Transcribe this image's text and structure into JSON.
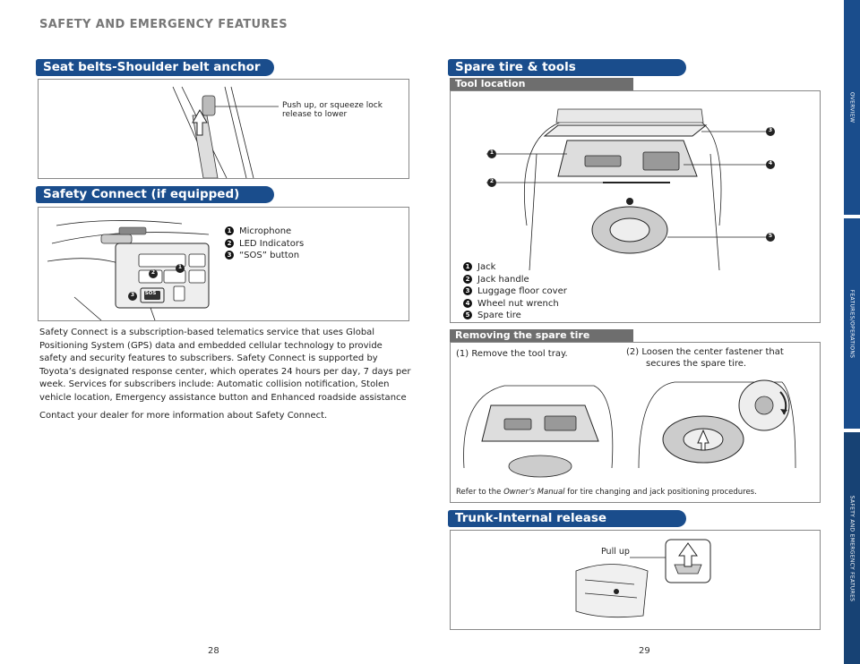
{
  "header": {
    "title": "SAFETY AND EMERGENCY FEATURES"
  },
  "left": {
    "seatbelt": {
      "title": "Seat belts-Shoulder belt anchor",
      "callout": "Push up, or squeeze lock release to lower"
    },
    "safety_connect": {
      "title": "Safety Connect (if equipped)",
      "legend": [
        "Microphone",
        "LED Indicators",
        "“SOS” button"
      ],
      "sos_label": "SOS",
      "para1": "Safety Connect is a subscription-based telematics service that uses Global Positioning System (GPS) data and embedded cellular technology to provide safety and security features to subscribers. Safety Connect is supported by Toyota’s designated response center, which operates 24 hours per day, 7 days per week. Services for subscribers include: Automatic collision notification, Stolen vehicle location, Emergency assistance button and Enhanced roadside assistance",
      "para2": "Contact your dealer for more information about Safety Connect."
    },
    "page_number": "28"
  },
  "right": {
    "spare": {
      "title": "Spare tire & tools",
      "tool_location": "Tool location",
      "legend": [
        "Jack",
        "Jack handle",
        "Luggage floor cover",
        "Wheel nut wrench",
        "Spare tire"
      ]
    },
    "removing": {
      "title": "Removing the spare tire",
      "step1": "(1) Remove the tool tray.",
      "step2_line1": "(2) Loosen the center fastener that",
      "step2_line2": "secures the spare tire.",
      "note_prefix": "Refer to the ",
      "note_italic": "Owner’s Manual",
      "note_suffix": " for tire changing and jack positioning procedures."
    },
    "trunk": {
      "title": "Trunk-Internal release",
      "callout": "Pull up"
    },
    "page_number": "29"
  },
  "side_tabs": [
    "OVERVIEW",
    "FEATURES/OPERATIONS",
    "SAFETY AND EMERGENCY FEATURES"
  ],
  "numbers": [
    "1",
    "2",
    "3",
    "4",
    "5"
  ]
}
